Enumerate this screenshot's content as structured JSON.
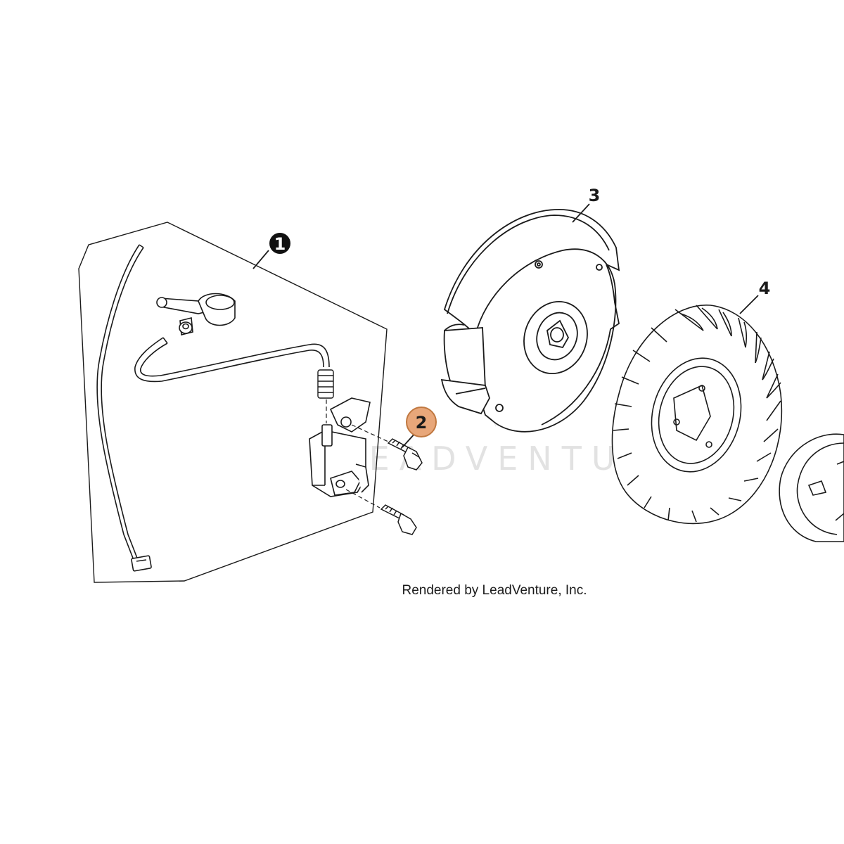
{
  "diagram": {
    "callouts": [
      {
        "id": "1",
        "label": "1",
        "style": "filled-black"
      },
      {
        "id": "2",
        "label": "2",
        "style": "highlighted",
        "highlight_color": "#e0a070"
      },
      {
        "id": "3",
        "label": "3",
        "style": "plain"
      },
      {
        "id": "4",
        "label": "4",
        "style": "plain"
      }
    ],
    "watermark": "LEADVENTURE",
    "credit": "Rendered by LeadVenture, Inc."
  },
  "colors": {
    "line": "#1a1a1a",
    "highlight_fill": "#e8a77a",
    "highlight_stroke": "#c07840",
    "watermark": "#e2e2e2"
  }
}
